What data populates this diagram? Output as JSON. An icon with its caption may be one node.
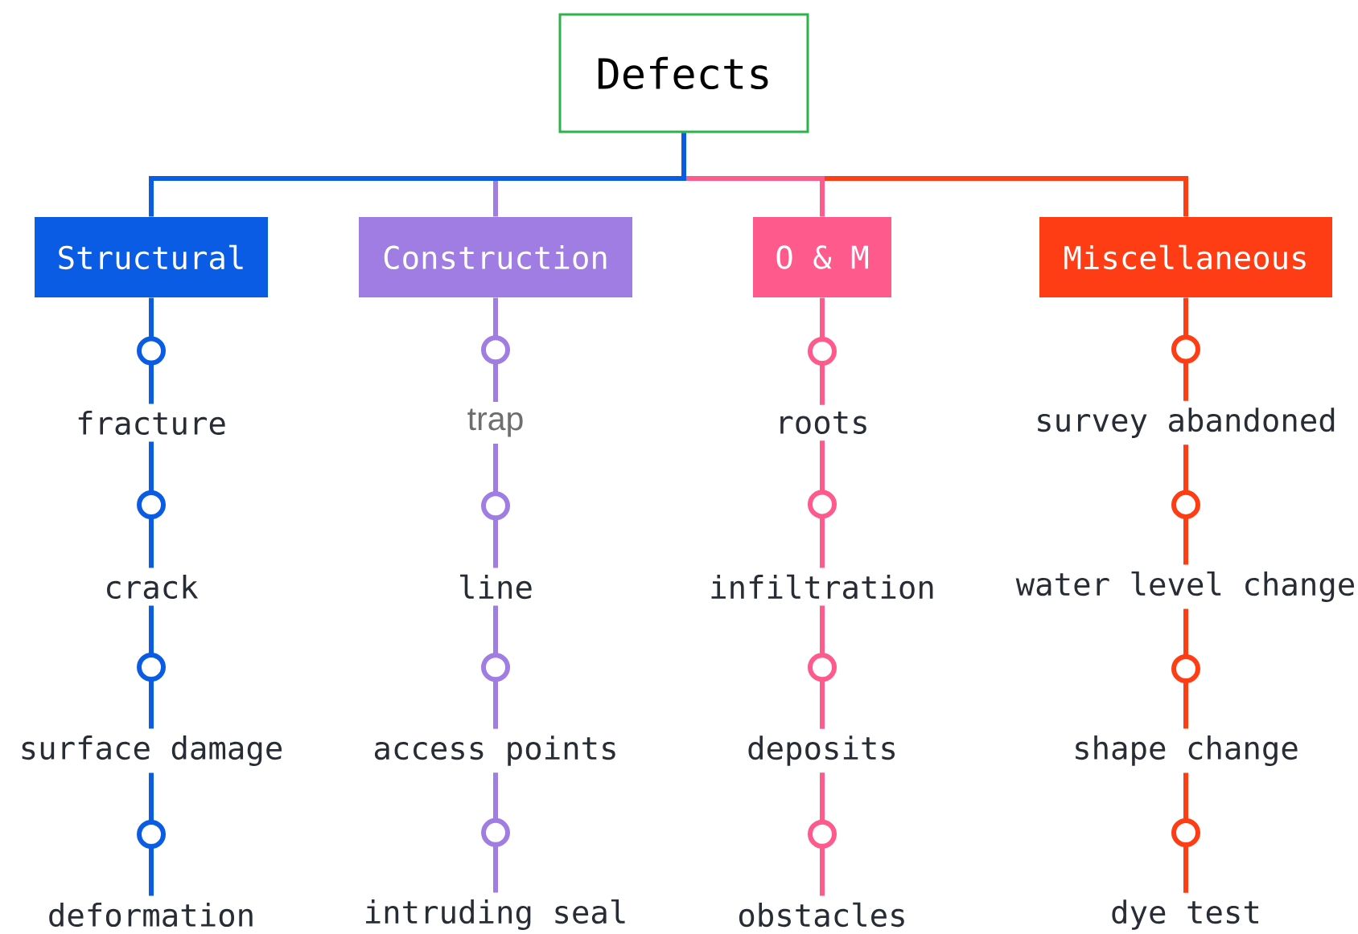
{
  "diagram": {
    "nodes": [
      {
        "text": [
          "Defects"
        ]
      },
      {
        "text": [
          "Structural"
        ]
      },
      {
        "text": [
          "Construction"
        ]
      },
      {
        "text": [
          "O & M"
        ]
      },
      {
        "text": [
          "Miscellaneous"
        ]
      },
      {
        "text": [
          "fracture"
        ]
      },
      {
        "text": [
          "trap"
        ]
      },
      {
        "text": [
          "roots"
        ]
      },
      {
        "text": [
          "survey abandoned"
        ]
      },
      {
        "text": [
          "crack"
        ]
      },
      {
        "text": [
          "line"
        ]
      },
      {
        "text": [
          "infiltration"
        ]
      },
      {
        "text": [
          "water level change"
        ]
      },
      {
        "text": [
          "surface damage"
        ]
      },
      {
        "text": [
          "access points"
        ]
      },
      {
        "text": [
          "deposits"
        ]
      },
      {
        "text": [
          "shape change"
        ]
      },
      {
        "text": [
          "deformation"
        ]
      },
      {
        "text": [
          "intruding seal"
        ]
      },
      {
        "text": [
          "obstacles"
        ]
      },
      {
        "text": [
          "dye test"
        ]
      }
    ],
    "edges": [
      {
        "from": 0,
        "to": 4,
        "arrow": "none",
        "color": "#ff3d14"
      },
      {
        "from": 0,
        "to": 3,
        "arrow": "none",
        "color": "#ff5a8c"
      },
      {
        "from": 0,
        "to": 2,
        "arrow": "none",
        "color": "#a07de2"
      },
      {
        "from": 0,
        "to": 1,
        "arrow": "none",
        "color": "#0b5ce5"
      },
      {
        "from": 1,
        "to": 5,
        "arrow": "none",
        "color": "#0b5ce5"
      },
      {
        "from": 5,
        "to": 9,
        "arrow": "none",
        "color": "#0b5ce5"
      },
      {
        "from": 9,
        "to": 13,
        "arrow": "none",
        "color": "#0b5ce5"
      },
      {
        "from": 13,
        "to": 17,
        "arrow": "none",
        "color": "#0b5ce5"
      },
      {
        "from": 2,
        "to": 6,
        "arrow": "none",
        "color": "#a07de2"
      },
      {
        "from": 6,
        "to": 10,
        "arrow": "none",
        "color": "#a07de2"
      },
      {
        "from": 10,
        "to": 14,
        "arrow": "none",
        "color": "#a07de2"
      },
      {
        "from": 14,
        "to": 18,
        "arrow": "none",
        "color": "#a07de2"
      },
      {
        "from": 3,
        "to": 7,
        "arrow": "none",
        "color": "#ff5a8c"
      },
      {
        "from": 7,
        "to": 11,
        "arrow": "none",
        "color": "#ff5a8c"
      },
      {
        "from": 11,
        "to": 15,
        "arrow": "none",
        "color": "#ff5a8c"
      },
      {
        "from": 15,
        "to": 19,
        "arrow": "none",
        "color": "#ff5a8c"
      },
      {
        "from": 4,
        "to": 8,
        "arrow": "none",
        "color": "#ff3d14"
      },
      {
        "from": 8,
        "to": 12,
        "arrow": "none",
        "color": "#ff3d14"
      },
      {
        "from": 12,
        "to": 16,
        "arrow": "none",
        "color": "#ff3d14"
      },
      {
        "from": 16,
        "to": 20,
        "arrow": "none",
        "color": "#ff3d14"
      }
    ]
  }
}
